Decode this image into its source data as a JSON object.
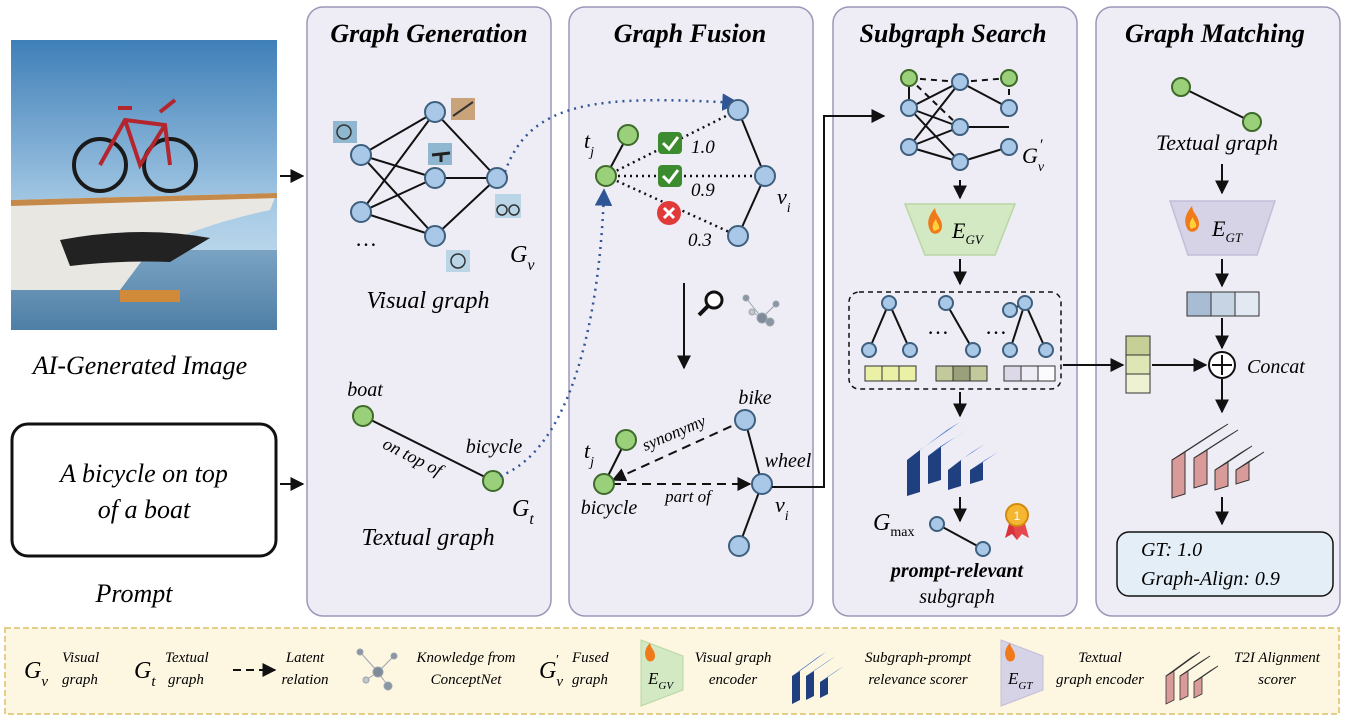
{
  "left": {
    "image_caption": "AI-Generated Image",
    "prompt_text_line1": "A bicycle on top",
    "prompt_text_line2": "of a boat",
    "prompt_label": "Prompt"
  },
  "panels": {
    "generation": {
      "title": "Graph Generation",
      "visual_graph_label": "Visual graph",
      "textual_graph_label": "Textual graph",
      "gv": "G",
      "gv_sub": "v",
      "gt": "G",
      "gt_sub": "t",
      "ellipsis": "…",
      "node_boat": "boat",
      "node_bicycle": "bicycle",
      "edge_on_top_of": "on top of"
    },
    "fusion": {
      "title": "Graph Fusion",
      "tj": "t",
      "tj_sub": "j",
      "vi": "v",
      "vi_sub": "i",
      "score1": "1.0",
      "score2": "0.9",
      "score3": "0.3",
      "node_bike": "bike",
      "node_wheel": "wheel",
      "node_bicycle": "bicycle",
      "edge_synonymy": "synonymy",
      "edge_part_of": "part of"
    },
    "search": {
      "title": "Subgraph Search",
      "gv_fused": "G",
      "gv_fused_sub": "v",
      "encoder": "E",
      "encoder_sub": "GV",
      "gmax": "G",
      "gmax_sub": "max",
      "subgraph_line1": "prompt-relevant",
      "subgraph_line2": "subgraph",
      "dots": "…"
    },
    "matching": {
      "title": "Graph Matching",
      "textual_graph_label": "Textual graph",
      "encoder": "E",
      "encoder_sub": "GT",
      "concat_label": "Concat",
      "result_gt": "GT: 1.0",
      "result_align": "Graph-Align: 0.9"
    }
  },
  "legend": {
    "gv_symbol": "G",
    "gv_sub": "v",
    "gv_line1": "Visual",
    "gv_line2": "graph",
    "gt_symbol": "G",
    "gt_sub": "t",
    "gt_line1": "Textual",
    "gt_line2": "graph",
    "latent_line1": "Latent",
    "latent_line2": "relation",
    "knowledge_line1": "Knowledge from",
    "knowledge_line2": "ConceptNet",
    "fused_symbol": "G",
    "fused_sub": "v",
    "fused_line1": "Fused",
    "fused_line2": "graph",
    "egv_symbol": "E",
    "egv_sub": "GV",
    "egv_line1": "Visual graph",
    "egv_line2": "encoder",
    "scorer_line1": "Subgraph-prompt",
    "scorer_line2": "relevance scorer",
    "egt_symbol": "E",
    "egt_sub": "GT",
    "egt_line1": "Textual",
    "egt_line2": "graph encoder",
    "t2i_line1": "T2I Alignment",
    "t2i_line2": "scorer"
  },
  "colors": {
    "panel_fill": "#eeedf5",
    "panel_stroke": "#9a98b8",
    "legend_fill": "#fdf7e2",
    "legend_stroke": "#e3cf8a",
    "node_blue": "#a9c8e8",
    "node_green": "#9ad07a",
    "dotted_arrow": "#2f5597",
    "encoder_green": "#d3e9c4",
    "encoder_purple": "#d6d3e6",
    "scorer_blue": "#2f5aa8",
    "scorer_pink": "#f2c1c1",
    "result_box": "#e3eef7"
  },
  "icons": [
    "bicycle-photo-icon",
    "bicycle-thumbnail-icon",
    "check-icon",
    "cross-icon",
    "magnifier-icon",
    "conceptnet-icon",
    "flame-icon",
    "medal-icon",
    "plus-circle-icon"
  ]
}
